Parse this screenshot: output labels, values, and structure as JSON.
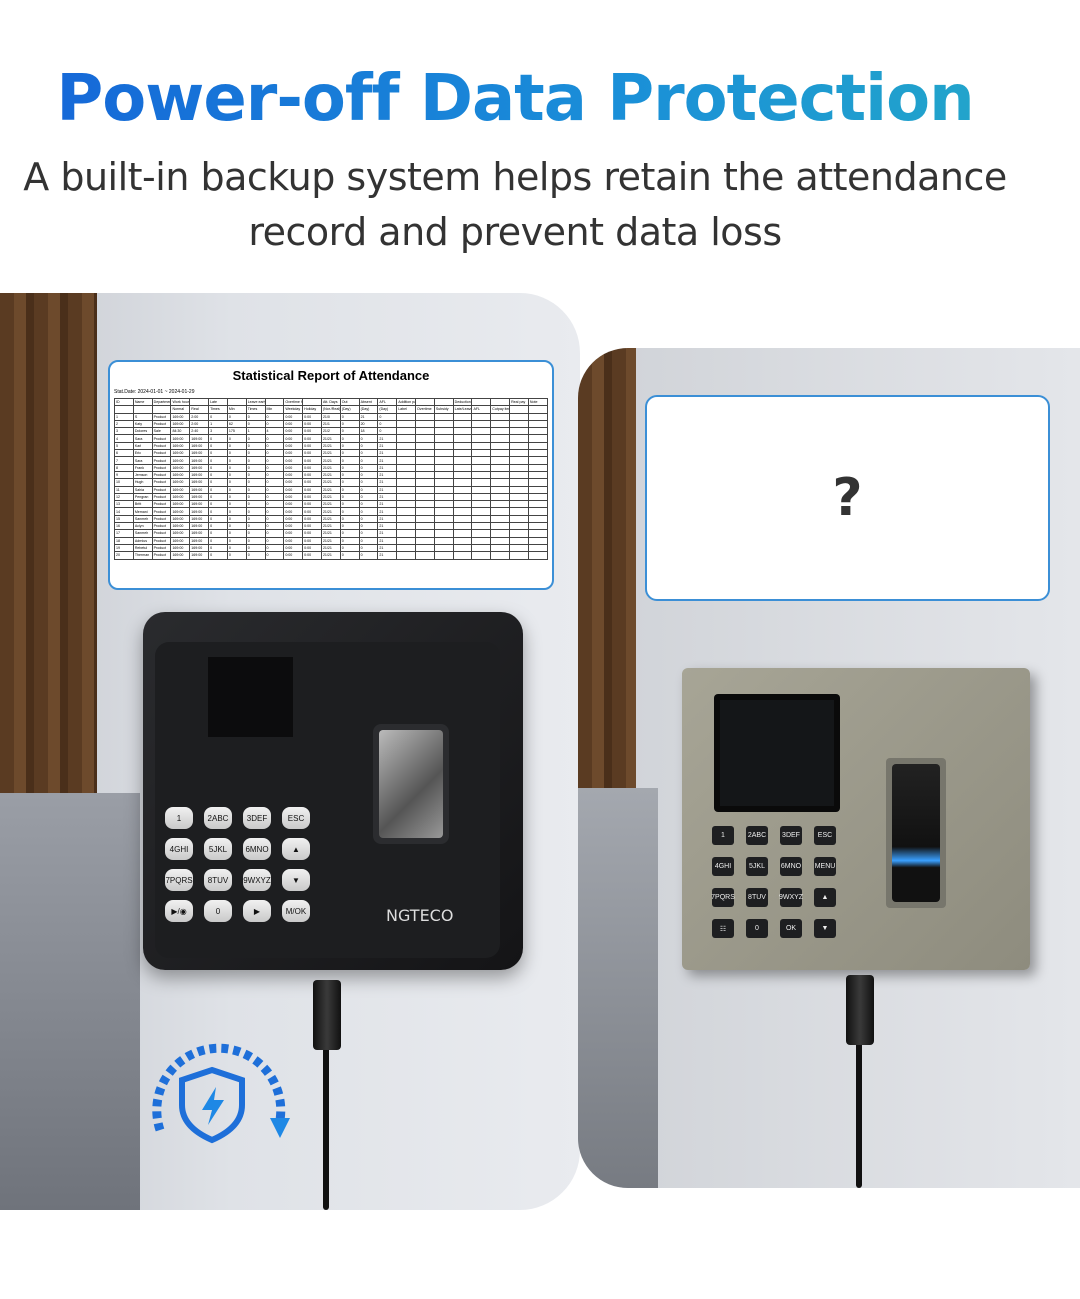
{
  "title": "Power-off Data Protection",
  "subtitle_line1": "A built-in backup system helps retain the attendance",
  "subtitle_line2": "record and prevent data loss",
  "report": {
    "title": "Statistical Report of Attendance",
    "date": "Stat.Date: 2024-01-01 ~ 2024-01-29",
    "header1": [
      "ID",
      "Name",
      "Department",
      "Work hour",
      "",
      "Late",
      "",
      "Leave early",
      "",
      "Overtime hour",
      "",
      "Att. Days",
      "Out",
      "Absent",
      "AFL",
      "Addition payment",
      "",
      "",
      "Deduction payment",
      "",
      "",
      "Real pay",
      "Note"
    ],
    "header2": [
      "",
      "",
      "",
      "Normal",
      "Real",
      "Times",
      "Min",
      "Times",
      "Min",
      "Weekday",
      "Holiday",
      "(Nor./Real)",
      "(Day)",
      "(Day)",
      "(Day)",
      "Label",
      "Overtime",
      "Subsidy",
      "Late/Leave",
      "AFL",
      "Cutpay item",
      "",
      ""
    ],
    "rows": [
      [
        "1",
        "S",
        "Product",
        "169:00",
        "2:00",
        "0",
        "0",
        "0",
        "0",
        "0:00",
        "0:00",
        "21/0",
        "0",
        "21",
        "0"
      ],
      [
        "2",
        "Katy",
        "Product",
        "169:00",
        "2:00",
        "1",
        "62",
        "0",
        "0",
        "0:00",
        "0:00",
        "21/1",
        "0",
        "20",
        "0"
      ],
      [
        "3",
        "Dolores",
        "Sale",
        "84:30",
        "2:40",
        "3",
        "175",
        "1",
        "4",
        "0:00",
        "0:00",
        "21/2",
        "0",
        "18",
        "0"
      ],
      [
        "4",
        "Sara",
        "Product",
        "169:00",
        "169:00",
        "0",
        "0",
        "0",
        "0",
        "0:00",
        "0:00",
        "21/21",
        "0",
        "0",
        "21"
      ],
      [
        "5",
        "Karl",
        "Product",
        "169:00",
        "169:00",
        "0",
        "0",
        "0",
        "0",
        "0:00",
        "0:00",
        "21/21",
        "0",
        "0",
        "21"
      ],
      [
        "6",
        "Eric",
        "Product",
        "169:00",
        "169:00",
        "0",
        "0",
        "0",
        "0",
        "0:00",
        "0:00",
        "21/21",
        "0",
        "0",
        "21"
      ],
      [
        "7",
        "Sara",
        "Product",
        "169:00",
        "169:00",
        "0",
        "0",
        "0",
        "0",
        "0:00",
        "0:00",
        "21/21",
        "0",
        "0",
        "21"
      ],
      [
        "8",
        "Frank",
        "Product",
        "169:00",
        "169:00",
        "0",
        "0",
        "0",
        "0",
        "0:00",
        "0:00",
        "21/21",
        "0",
        "0",
        "21"
      ],
      [
        "9",
        "Jemson",
        "Product",
        "169:00",
        "169:00",
        "0",
        "0",
        "0",
        "0",
        "0:00",
        "0:00",
        "21/21",
        "0",
        "0",
        "21"
      ],
      [
        "10",
        "Hugh",
        "Product",
        "169:00",
        "169:00",
        "0",
        "0",
        "0",
        "0",
        "0:00",
        "0:00",
        "21/21",
        "0",
        "0",
        "21"
      ],
      [
        "11",
        "Sahia",
        "Product",
        "169:00",
        "169:00",
        "0",
        "0",
        "0",
        "0",
        "0:00",
        "0:00",
        "21/21",
        "0",
        "0",
        "21"
      ],
      [
        "12",
        "Pengran",
        "Product",
        "169:00",
        "169:00",
        "0",
        "0",
        "0",
        "0",
        "0:00",
        "0:00",
        "21/21",
        "0",
        "0",
        "21"
      ],
      [
        "13",
        "Britt",
        "Product",
        "169:00",
        "169:00",
        "0",
        "0",
        "0",
        "0",
        "0:00",
        "0:00",
        "21/21",
        "0",
        "0",
        "21"
      ],
      [
        "14",
        "Memani",
        "Product",
        "169:00",
        "169:00",
        "0",
        "0",
        "0",
        "0",
        "0:00",
        "0:00",
        "21/21",
        "0",
        "0",
        "21"
      ],
      [
        "15",
        "Sanmeh",
        "Product",
        "169:00",
        "169:00",
        "0",
        "0",
        "0",
        "0",
        "0:00",
        "0:00",
        "21/21",
        "0",
        "0",
        "21"
      ],
      [
        "16",
        "Aclyn",
        "Product",
        "169:00",
        "169:00",
        "0",
        "0",
        "0",
        "0",
        "0:00",
        "0:00",
        "21/21",
        "0",
        "0",
        "21"
      ],
      [
        "17",
        "Sanmeh",
        "Product",
        "169:00",
        "169:00",
        "0",
        "0",
        "0",
        "0",
        "0:00",
        "0:00",
        "21/21",
        "0",
        "0",
        "21"
      ],
      [
        "18",
        "Adrnius",
        "Product",
        "169:00",
        "169:00",
        "0",
        "0",
        "0",
        "0",
        "0:00",
        "0:00",
        "21/21",
        "0",
        "0",
        "21"
      ],
      [
        "19",
        "Rebetul",
        "Product",
        "169:00",
        "169:00",
        "0",
        "0",
        "0",
        "0",
        "0:00",
        "0:00",
        "21/21",
        "0",
        "0",
        "21"
      ],
      [
        "20",
        "Therman",
        "Product",
        "169:00",
        "169:00",
        "0",
        "0",
        "0",
        "0",
        "0:00",
        "0:00",
        "21/21",
        "0",
        "0",
        "21"
      ]
    ]
  },
  "unknown_mark": "?",
  "left_device": {
    "brand": "NGTECO",
    "keys": [
      "1",
      "2ABC",
      "3DEF",
      "ESC",
      "4GHI",
      "5JKL",
      "6MNO",
      "▲",
      "7PQRS",
      "8TUV",
      "9WXYZ",
      "▼",
      "▶/◉",
      "0",
      "▶",
      "M/OK"
    ]
  },
  "right_device": {
    "keys": [
      "1",
      "2ABC",
      "3DEF",
      "ESC",
      "4GHI",
      "5JKL",
      "6MNO",
      "MENU",
      "7PQRS",
      "8TUV",
      "9WXYZ",
      "▲",
      "☷",
      "0",
      "OK",
      "▼"
    ]
  },
  "colors": {
    "title_start": "#1565d8",
    "title_end": "#23a7c9",
    "frame": "#3b8fd6"
  }
}
